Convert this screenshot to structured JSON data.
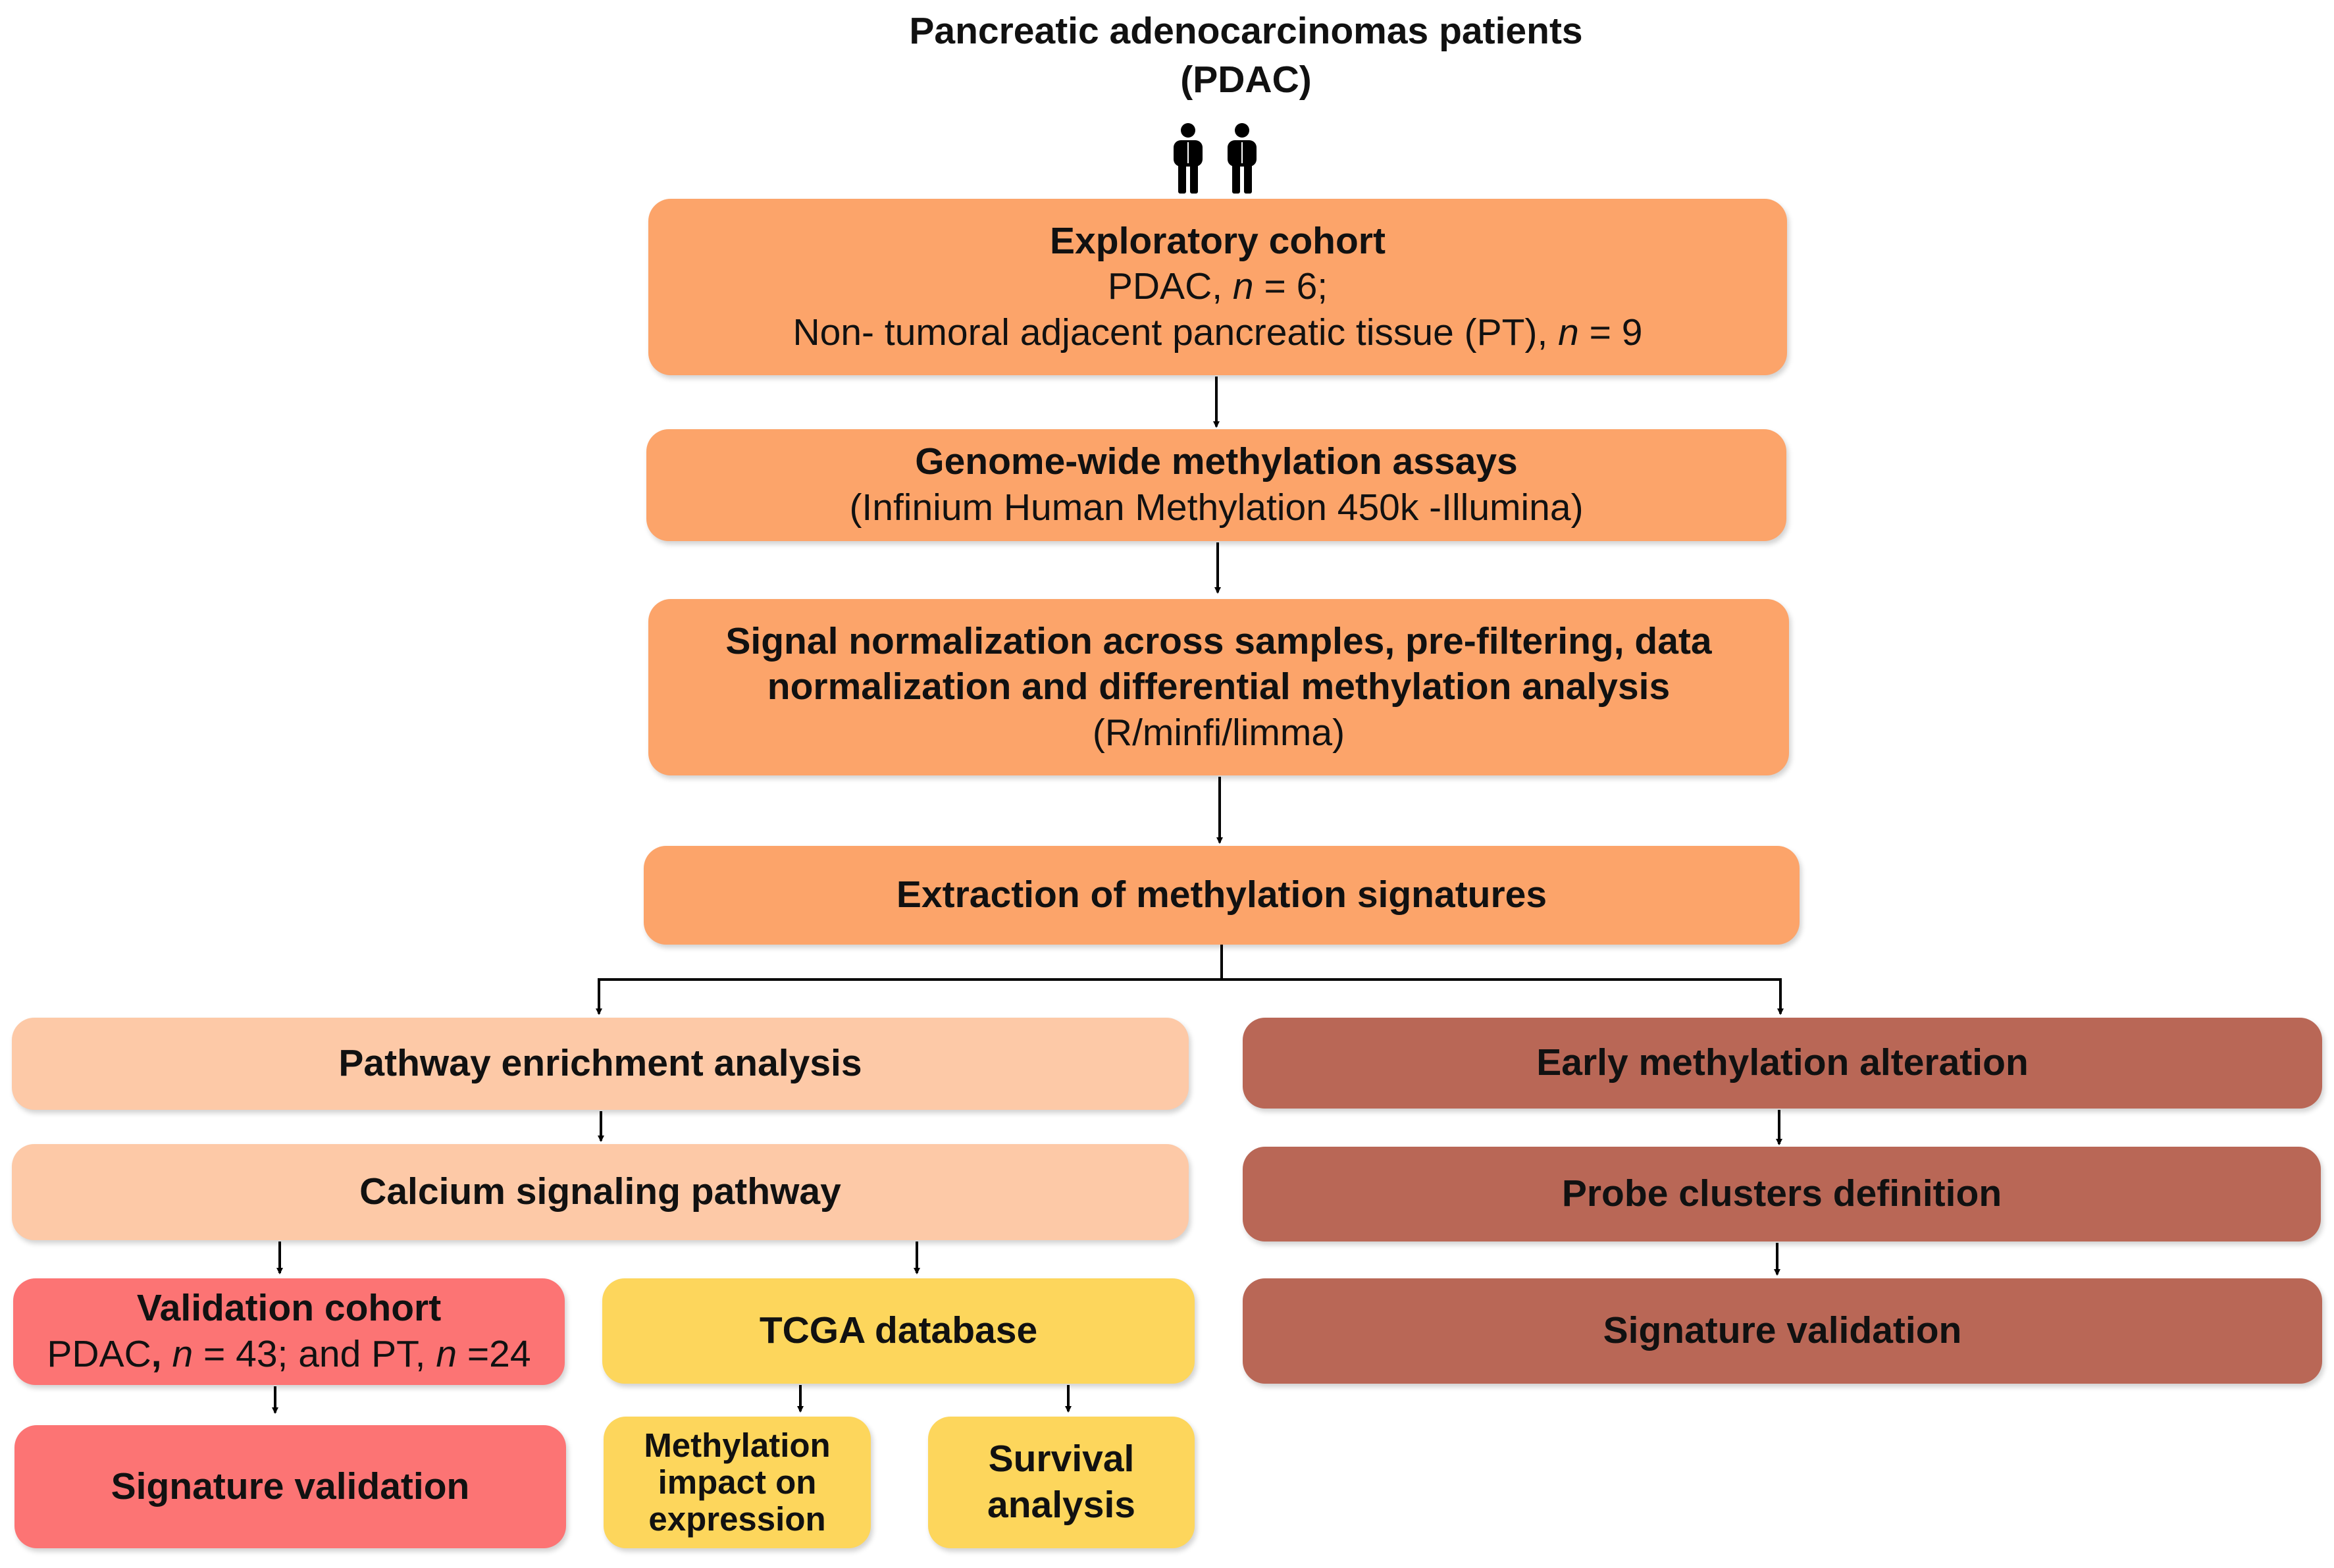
{
  "header": {
    "title_line1": "Pancreatic  adenocarcinomas patients",
    "title_line2": "(PDAC)"
  },
  "icons": {
    "patients": [
      "person-icon",
      "person-icon"
    ]
  },
  "colors": {
    "main_steps": "#fca46a",
    "pathway_branch": "#fdc9a7",
    "validation_cohort": "#fc7474",
    "tcga": "#fdd65c",
    "early_alteration": "#b96756",
    "arrow": "#000000"
  },
  "exploratory": {
    "title": "Exploratory cohort",
    "line1_prefix": "PDAC, ",
    "line1_n": "n",
    "line1_suffix": " = 6;",
    "line2_prefix": "Non- tumoral adjacent pancreatic tissue (PT), ",
    "line2_n": "n",
    "line2_suffix": " = 9"
  },
  "genome": {
    "title": "Genome-wide methylation assays",
    "subtitle": "(Infinium Human Methylation 450k -Illumina)"
  },
  "normalization": {
    "title_line1": "Signal normalization across samples, pre-filtering, data",
    "title_line2": "normalization and differential methylation analysis",
    "subtitle": "(R/minfi/limma)"
  },
  "extraction": {
    "title": "Extraction of  methylation signatures"
  },
  "pathway": {
    "enrichment": "Pathway enrichment analysis",
    "calcium": "Calcium signaling pathway"
  },
  "validation_cohort": {
    "title": "Validation cohort",
    "p1": "PDAC",
    "p2": ", ",
    "n1": "n",
    "p3": " = 43; and PT, ",
    "n2": "n",
    "p4": " =24"
  },
  "signature_validation_left": "Signature validation",
  "tcga": {
    "title": "TCGA database",
    "methylation_impact_line1": "Methylation",
    "methylation_impact_line2": "impact on",
    "methylation_impact_line3": "expression",
    "survival_line1": "Survival",
    "survival_line2": "analysis"
  },
  "early": {
    "title": "Early methylation alteration",
    "probe_clusters": "Probe clusters definition",
    "signature_validation": "Signature validation"
  }
}
